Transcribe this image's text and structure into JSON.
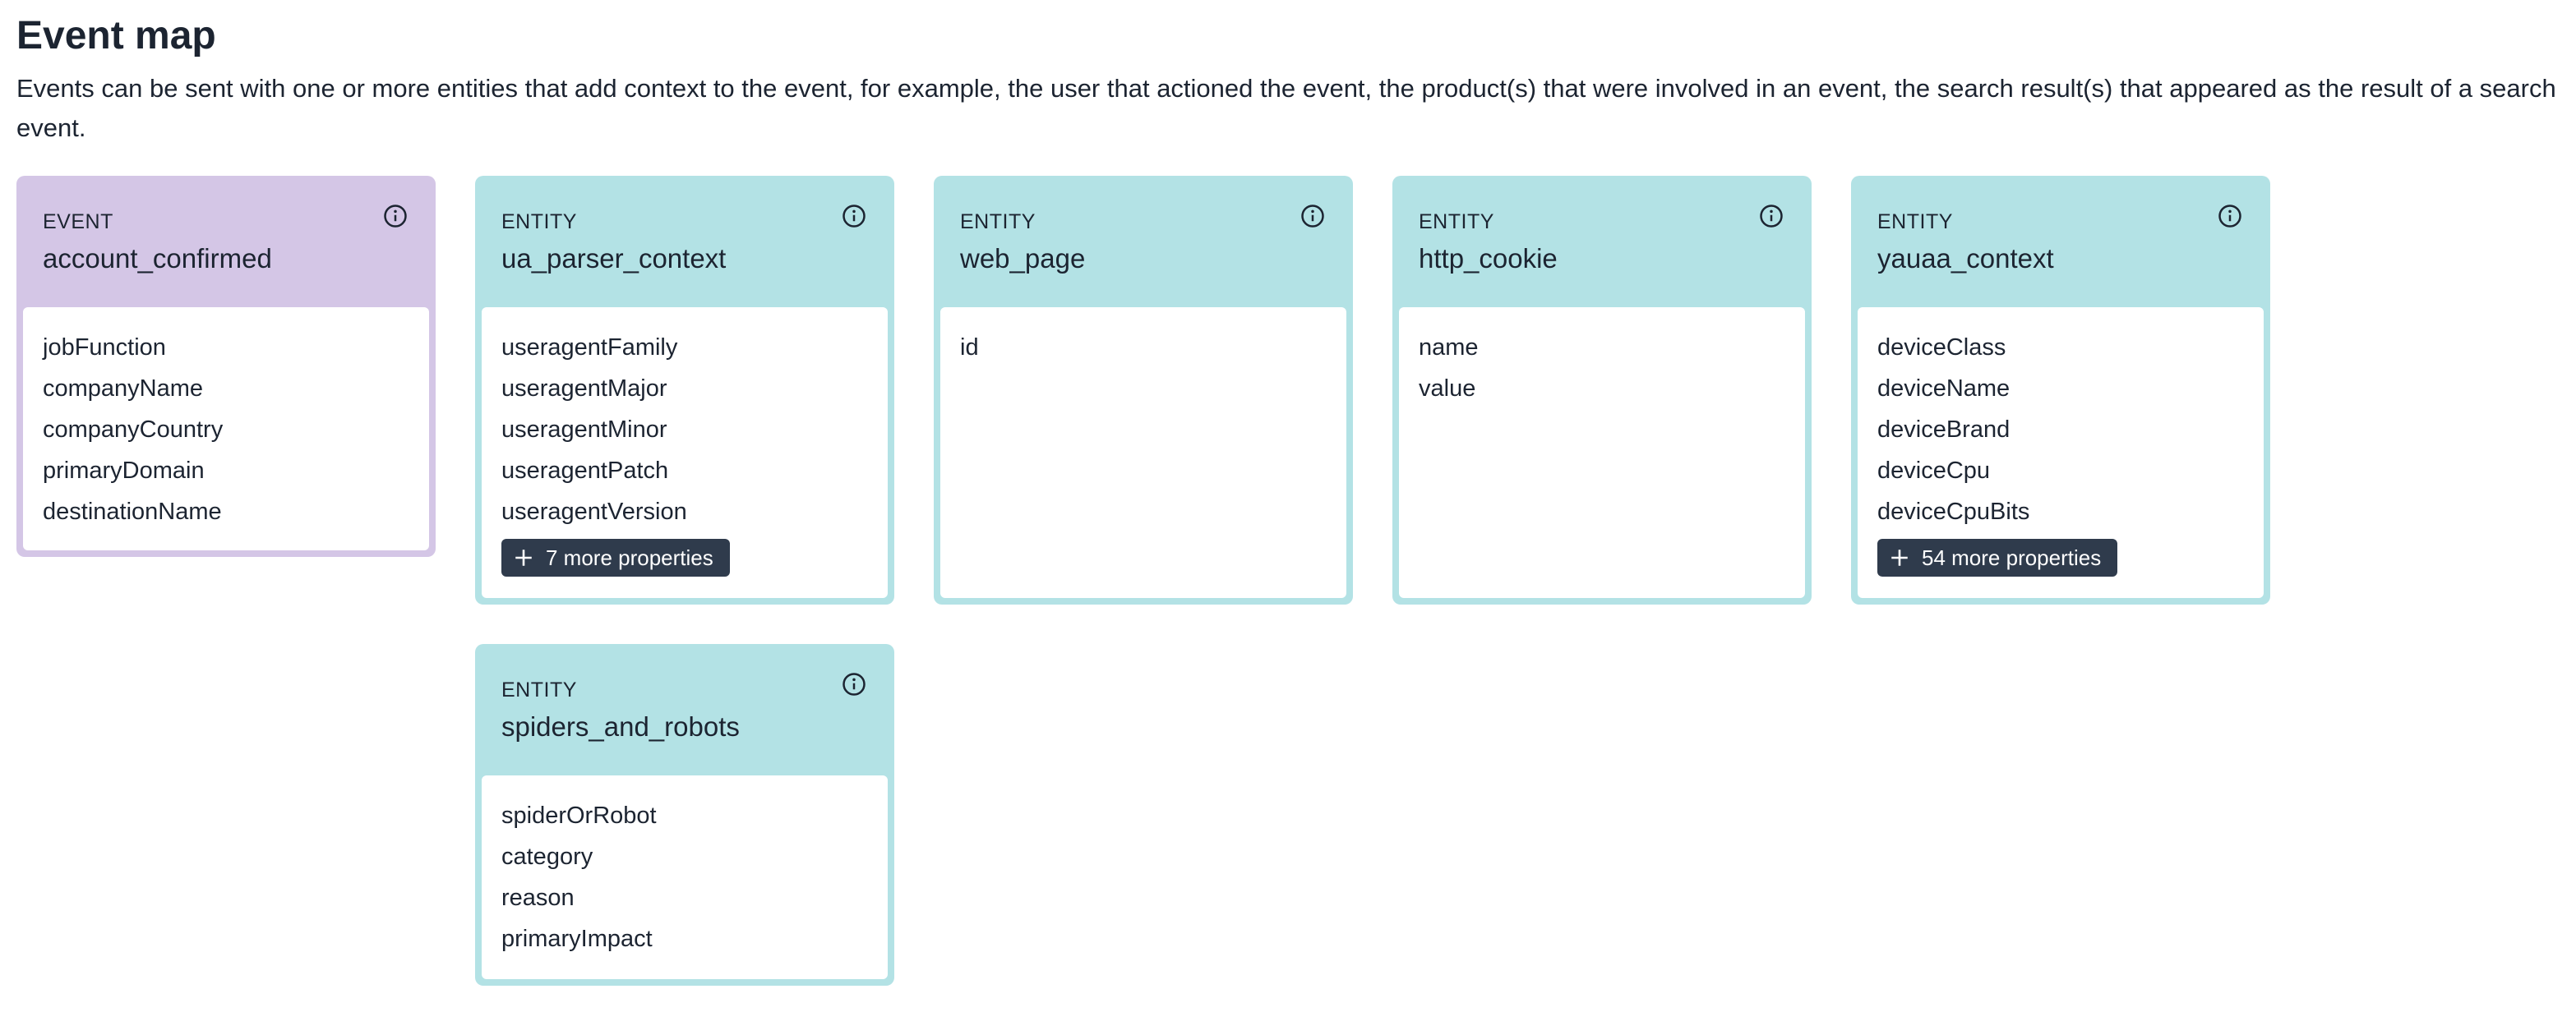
{
  "title": "Event map",
  "description": "Events can be sent with one or more entities that add context to the event, for example, the user that actioned the event, the product(s) that were involved in an event, the search result(s) that appeared as the result of a search event.",
  "cards": [
    {
      "kind": "EVENT",
      "name": "account_confirmed",
      "properties": [
        "jobFunction",
        "companyName",
        "companyCountry",
        "primaryDomain",
        "destinationName"
      ],
      "icon": "info-icon"
    },
    {
      "kind": "ENTITY",
      "name": "ua_parser_context",
      "properties": [
        "useragentFamily",
        "useragentMajor",
        "useragentMinor",
        "useragentPatch",
        "useragentVersion"
      ],
      "more_label": "7 more properties",
      "icon": "info-icon"
    },
    {
      "kind": "ENTITY",
      "name": "web_page",
      "properties": [
        "id"
      ],
      "icon": "info-icon"
    },
    {
      "kind": "ENTITY",
      "name": "http_cookie",
      "properties": [
        "name",
        "value"
      ],
      "icon": "info-icon"
    },
    {
      "kind": "ENTITY",
      "name": "yauaa_context",
      "properties": [
        "deviceClass",
        "deviceName",
        "deviceBrand",
        "deviceCpu",
        "deviceCpuBits"
      ],
      "more_label": "54 more properties",
      "icon": "info-icon"
    },
    {
      "kind": "ENTITY",
      "name": "spiders_and_robots",
      "properties": [
        "spiderOrRobot",
        "category",
        "reason",
        "primaryImpact"
      ],
      "icon": "info-icon"
    }
  ],
  "colors": {
    "event_card": "#d4c6e6",
    "entity_card": "#b3e2e5",
    "more_button": "#2f3b4c"
  }
}
